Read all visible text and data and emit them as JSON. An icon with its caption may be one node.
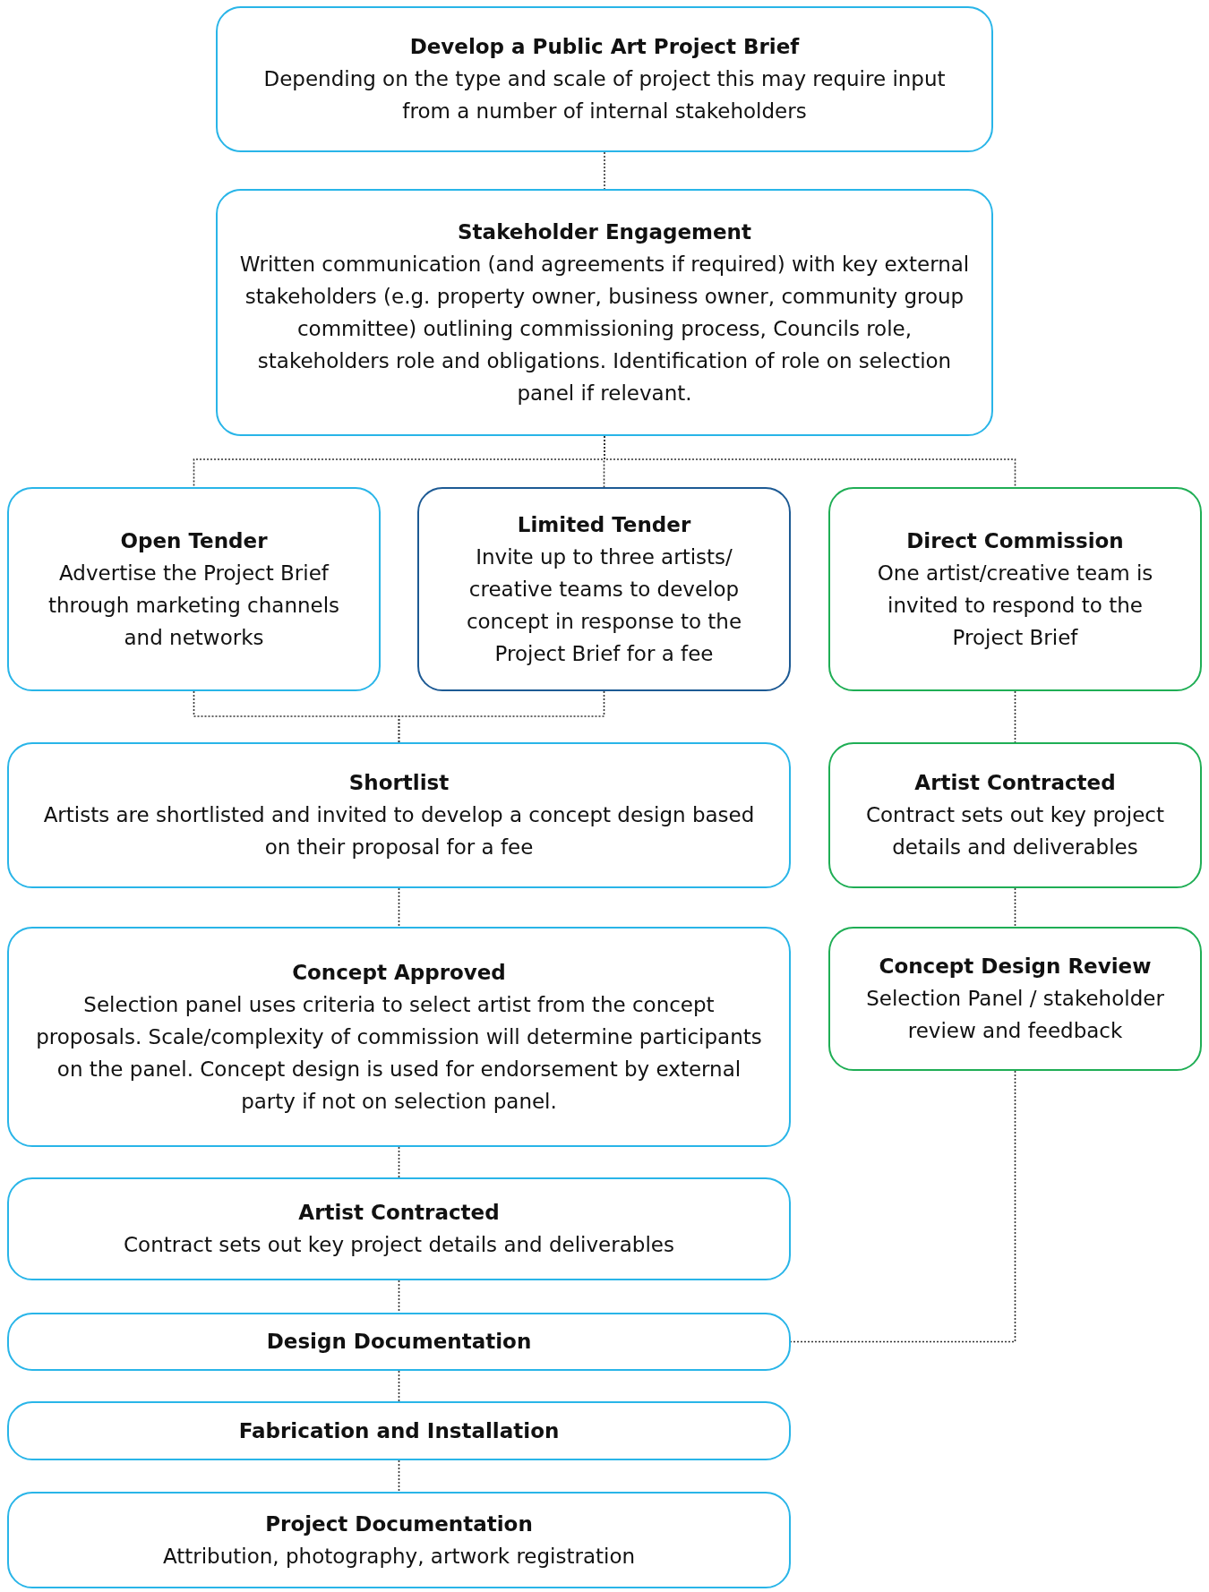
{
  "diagram": {
    "nodes": [
      {
        "text": [
          "Develop a Public Art Project Brief",
          "Depending on the type and scale of project this may require input from a number of internal stakeholders"
        ]
      },
      {
        "text": [
          "Stakeholder Engagement",
          "Written communication (and agreements if required) with key external stakeholders (e.g. property owner, business owner, community group committee) outlining commissioning process, Councils role, stakeholders role and obligations. Identification of role on selection panel if relevant."
        ]
      },
      {
        "text": [
          "Open Tender",
          "Advertise the Project Brief through marketing channels and networks"
        ]
      },
      {
        "text": [
          "Limited Tender",
          "Invite up to three artists/ creative teams to develop concept in response to the Project Brief for a fee"
        ]
      },
      {
        "text": [
          "Direct Commission",
          "One artist/creative team is invited to respond to the Project Brief"
        ]
      },
      {
        "text": [
          "Shortlist",
          "Artists are shortlisted and invited to develop a concept design based on their proposal for a fee"
        ]
      },
      {
        "text": [
          "Artist Contracted",
          "Contract sets out key project details and deliverables"
        ]
      },
      {
        "text": [
          "Concept Approved",
          "Selection panel uses criteria to select artist from the concept proposals. Scale/complexity of commission will determine participants on the panel. Concept design is used for endorsement by external party if not on selection panel."
        ]
      },
      {
        "text": [
          "Concept Design Review",
          "Selection Panel / stakeholder review and feedback"
        ]
      },
      {
        "text": [
          "Artist Contracted",
          "Contract sets out key project details and deliverables"
        ]
      },
      {
        "text": [
          "Design Documentation"
        ]
      },
      {
        "text": [
          "Fabrication and Installation"
        ]
      },
      {
        "text": [
          "Project Documentation",
          "Attribution, photography, artwork registration"
        ]
      }
    ],
    "edges": [
      {
        "from": 0,
        "to": 1,
        "arrow": "none",
        "style": "dashed"
      },
      {
        "from": 1,
        "to": 2,
        "arrow": "none",
        "style": "dashed"
      },
      {
        "from": 1,
        "to": 3,
        "arrow": "none",
        "style": "dashed"
      },
      {
        "from": 1,
        "to": 4,
        "arrow": "none",
        "style": "dashed"
      },
      {
        "from": 2,
        "to": 5,
        "arrow": "none",
        "style": "dashed"
      },
      {
        "from": 3,
        "to": 5,
        "arrow": "none",
        "style": "dashed"
      },
      {
        "from": 4,
        "to": 6,
        "arrow": "none",
        "style": "dashed"
      },
      {
        "from": 5,
        "to": 7,
        "arrow": "none",
        "style": "dashed"
      },
      {
        "from": 6,
        "to": 8,
        "arrow": "none",
        "style": "dashed"
      },
      {
        "from": 7,
        "to": 9,
        "arrow": "none",
        "style": "dashed"
      },
      {
        "from": 9,
        "to": 10,
        "arrow": "none",
        "style": "dashed"
      },
      {
        "from": 8,
        "to": 10,
        "arrow": "none",
        "style": "dashed"
      },
      {
        "from": 10,
        "to": 11,
        "arrow": "none",
        "style": "dashed"
      },
      {
        "from": 11,
        "to": 12,
        "arrow": "none",
        "style": "dashed"
      }
    ]
  }
}
